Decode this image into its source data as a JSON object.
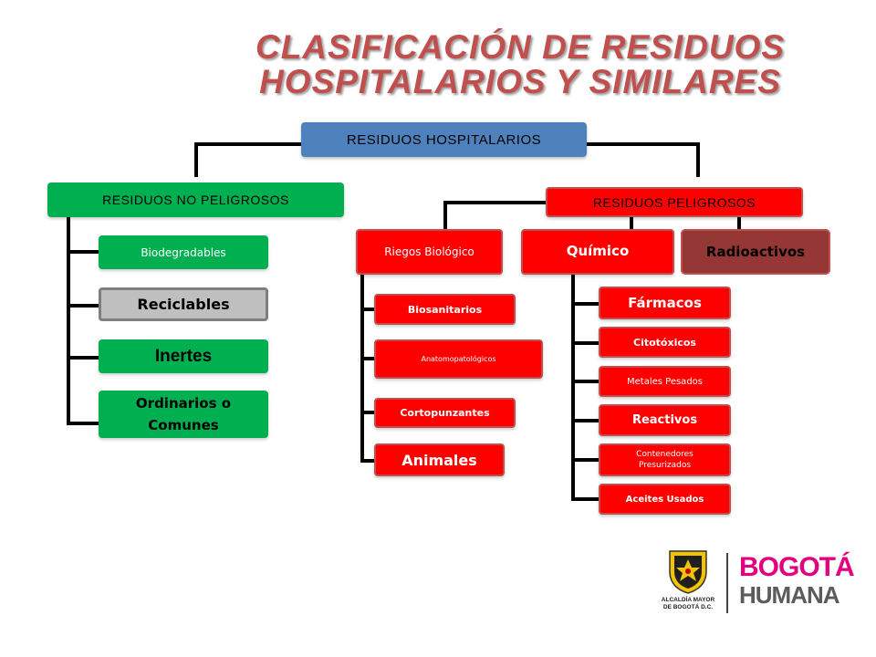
{
  "title": {
    "line1": "CLASIFICACIÓN DE RESIDUOS",
    "line2": "HOSPITALARIOS  Y SIMILARES"
  },
  "root": "RESIDUOS HOSPITALARIOS",
  "no_peligrosos": {
    "label": "RESIDUOS  NO PELIGROSOS",
    "items": [
      "Biodegradables",
      "Reciclables",
      "Inertes",
      "Ordinarios o Comunes"
    ]
  },
  "peligrosos": {
    "label": "RESIDUOS  PELIGROSOS",
    "biologico": {
      "label": "Riegos Biológico",
      "items": [
        "Biosanitarios",
        "Anatomopatológicos",
        "Cortopunzantes",
        "Animales"
      ]
    },
    "quimico": {
      "label": "Químico",
      "items": [
        "Fármacos",
        "Citotóxicos",
        "Metales Pesados",
        "Reactivos",
        "Contenedores Presurizados",
        "Aceites Usados"
      ]
    },
    "radioactivos": "Radioactivos"
  },
  "logo": {
    "alcaldia_line1": "ALCALDÍA MAYOR",
    "alcaldia_line2": "DE BOGOTÁ D.C.",
    "bogota": "BOGOTÁ",
    "humana": "HUMANA"
  },
  "colors": {
    "title": "#c0504d",
    "root": "#4f81bd",
    "safe": "#00b050",
    "hazard": "#ff0000",
    "recycle": "#bfbfbf",
    "radioactive": "#953735"
  }
}
